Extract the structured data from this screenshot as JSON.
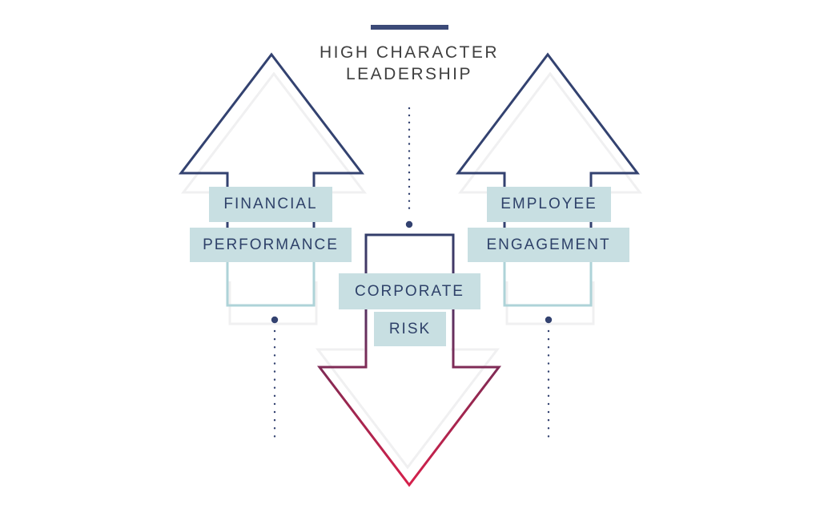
{
  "title": {
    "line1": "HIGH CHARACTER",
    "line2": "LEADERSHIP"
  },
  "arrows": {
    "up_left": {
      "direction": "up",
      "line1": "FINANCIAL",
      "line2": "PERFORMANCE"
    },
    "up_right": {
      "direction": "up",
      "line1": "EMPLOYEE",
      "line2": "ENGAGEMENT"
    },
    "down_center": {
      "direction": "down",
      "line1": "CORPORATE",
      "line2": "RISK"
    }
  },
  "colors": {
    "navy": "#334270",
    "accent_bar": "#3c4a78",
    "crimson": "#d6204b",
    "label_background": "#c8dfe2",
    "label_text": "#2e4169",
    "title_text": "#3f3f3f",
    "teal_outline": "#aed3d8",
    "shadow": "#f0f0f1"
  }
}
